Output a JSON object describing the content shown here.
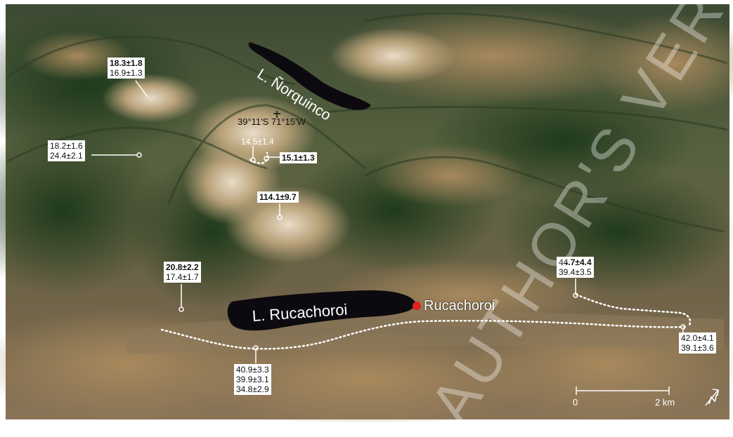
{
  "lakes": {
    "norquinco": "L. Ñorquinco",
    "rucachoroi": "L. Rucachoroi"
  },
  "town": "Rucachoroi",
  "summit_coordinate": "39°11'S 71°15'W",
  "samples": [
    {
      "lines": [
        "18.3±1.8",
        "16.9±1.3"
      ],
      "bold_first": true
    },
    {
      "lines": [
        "18.2±1.6",
        "24.4±2.1"
      ],
      "bold_first": false
    },
    {
      "lines": [
        "14.5±1.4"
      ],
      "bold_first": false
    },
    {
      "lines": [
        "15.1±1.3"
      ],
      "bold_first": true
    },
    {
      "lines": [
        "114.1±9.7"
      ],
      "bold_first": true
    },
    {
      "lines": [
        "20.8±2.2",
        "17.4±1.7"
      ],
      "bold_first": true
    },
    {
      "lines": [
        "44.7±4.4",
        "39.4±3.5"
      ],
      "bold_first": true
    },
    {
      "lines": [
        "40.9±3.3",
        "39.9±3.1",
        "34.8±2.9"
      ],
      "bold_first": false
    },
    {
      "lines": [
        "42.0±4.1",
        "39.1±3.6"
      ],
      "bold_first": false
    }
  ],
  "scale_bar": {
    "start": "0",
    "end": "2 km"
  },
  "north_arrow": "N",
  "watermark": "AUTHOR'S VERSION",
  "colors": {
    "lake": "#0c0a0e",
    "town_marker": "#e0201e",
    "label_bg": "#ffffff",
    "moraine_line": "#ffffff"
  },
  "icons": [
    "north-arrow-icon",
    "summit-cross-icon",
    "town-marker-icon"
  ]
}
